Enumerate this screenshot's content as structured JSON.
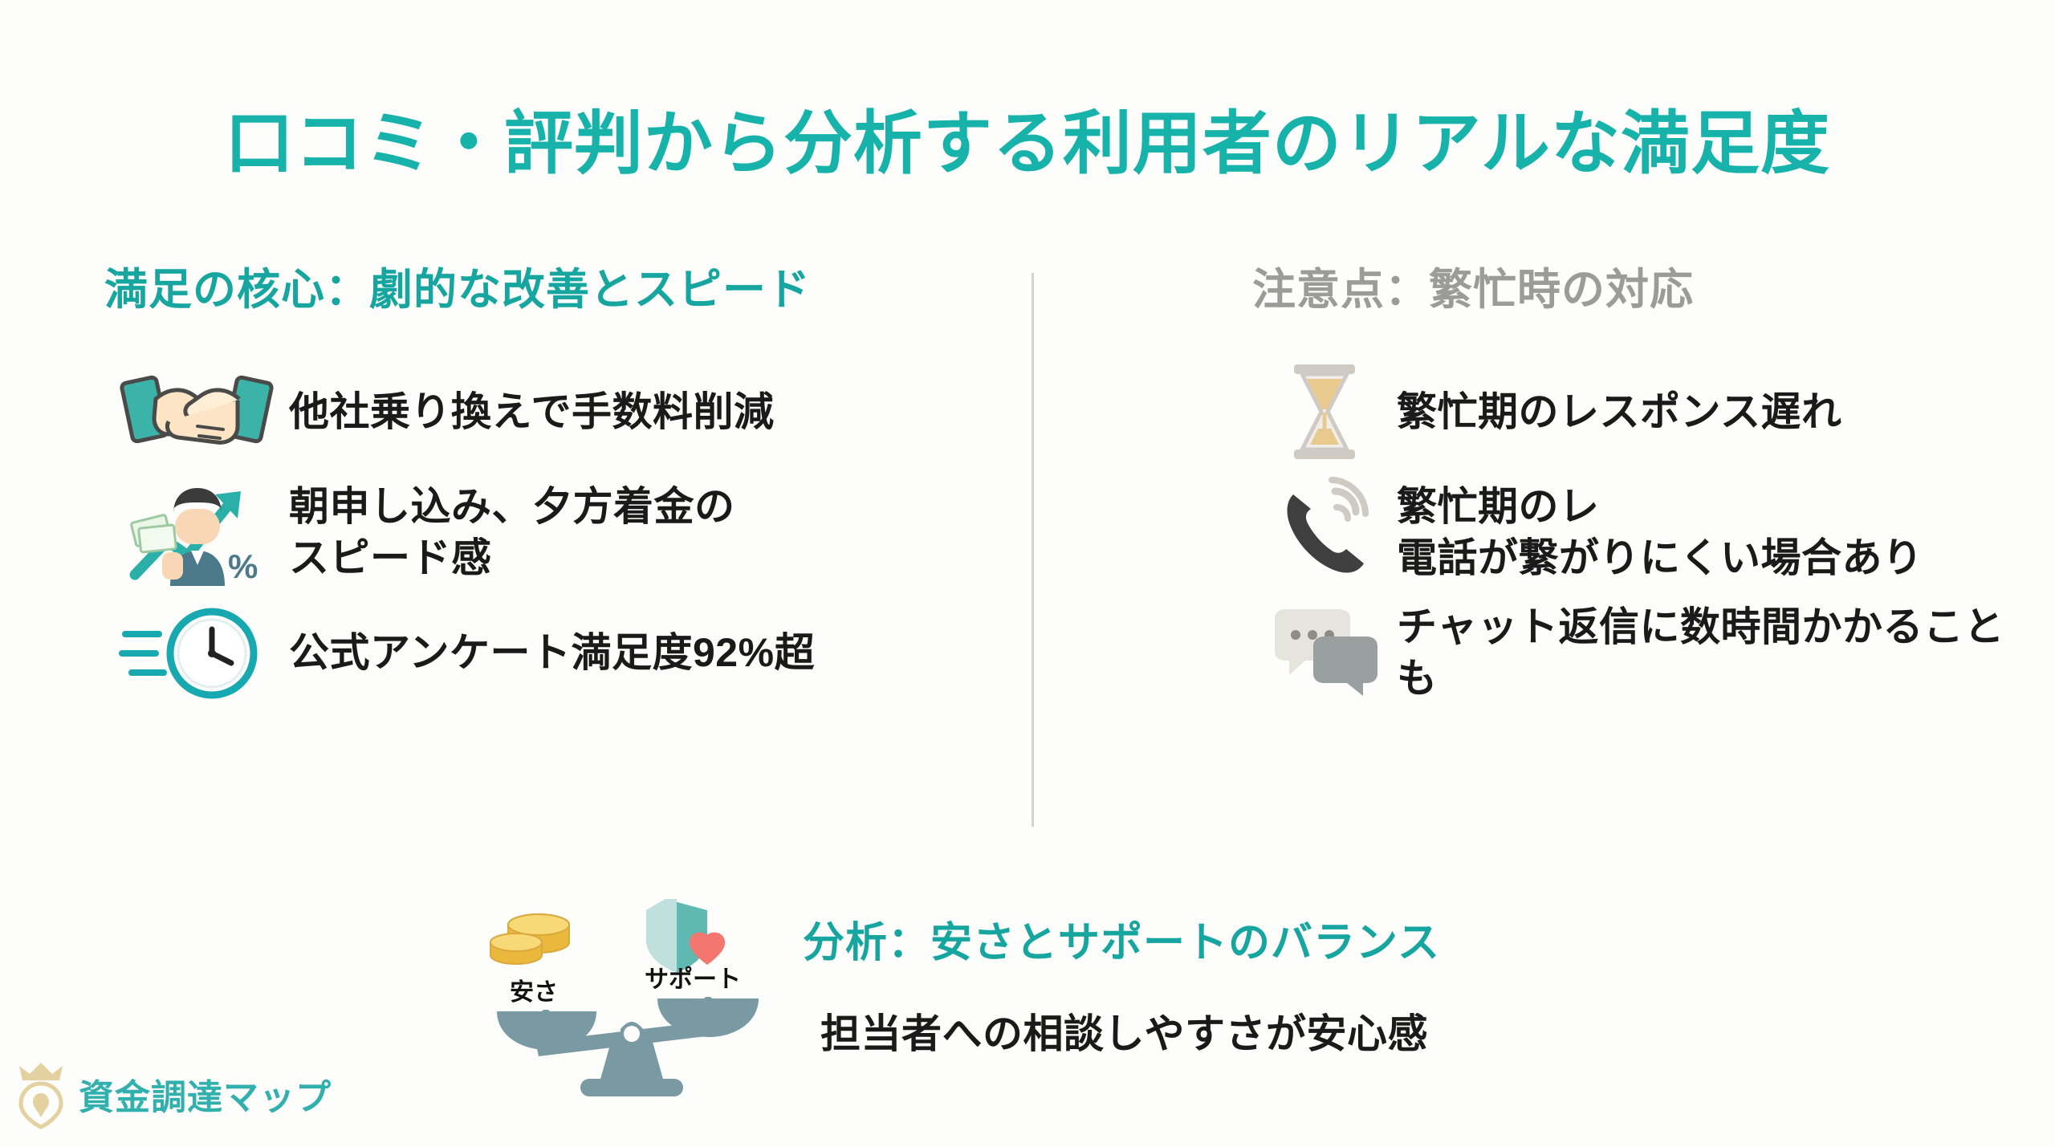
{
  "slide": {
    "title": "口コミ・評判から分析する利用者のリアルな満足度",
    "accent_color": "#17b3ab",
    "text_color": "#1a1a1a",
    "muted_color": "#9b9b97",
    "background": "#fdfdfc"
  },
  "left_column": {
    "heading": "満足の核心：劇的な改善とスピード",
    "heading_color": "#17a69f",
    "items": [
      {
        "icon": "handshake-icon",
        "text": "他社乗り換えで手数料削減"
      },
      {
        "icon": "businessman-money-growth-icon",
        "text": "朝申し込み、夕方着金の\nスピード感"
      },
      {
        "icon": "fast-clock-icon",
        "text": "公式アンケート満足度92%超"
      }
    ]
  },
  "right_column": {
    "heading": "注意点：繁忙時の対応",
    "heading_color": "#9b9b97",
    "items": [
      {
        "icon": "hourglass-icon",
        "text": "繁忙期のレスポンス遅れ"
      },
      {
        "icon": "ringing-phone-icon",
        "text": "繁忙期のレ\n電話が繋がりにくい場合あり"
      },
      {
        "icon": "chat-bubbles-icon",
        "text": "チャット返信に数時間かかることも"
      }
    ]
  },
  "bottom": {
    "heading": "分析：安さとサポートのバランス",
    "heading_color": "#17a69f",
    "subtext": "担当者への相談しやすさが安心感",
    "scale": {
      "left_label": "安さ",
      "left_icon": "gold-coins-icon",
      "right_label": "サポート",
      "right_icon": "shield-heart-icon",
      "tilt": "left-side-down"
    }
  },
  "logo": {
    "text": "資金調達マップ",
    "icon": "crowned-map-pin-icon",
    "text_color": "#31b0ae",
    "icon_color": "#e0cf9c"
  }
}
